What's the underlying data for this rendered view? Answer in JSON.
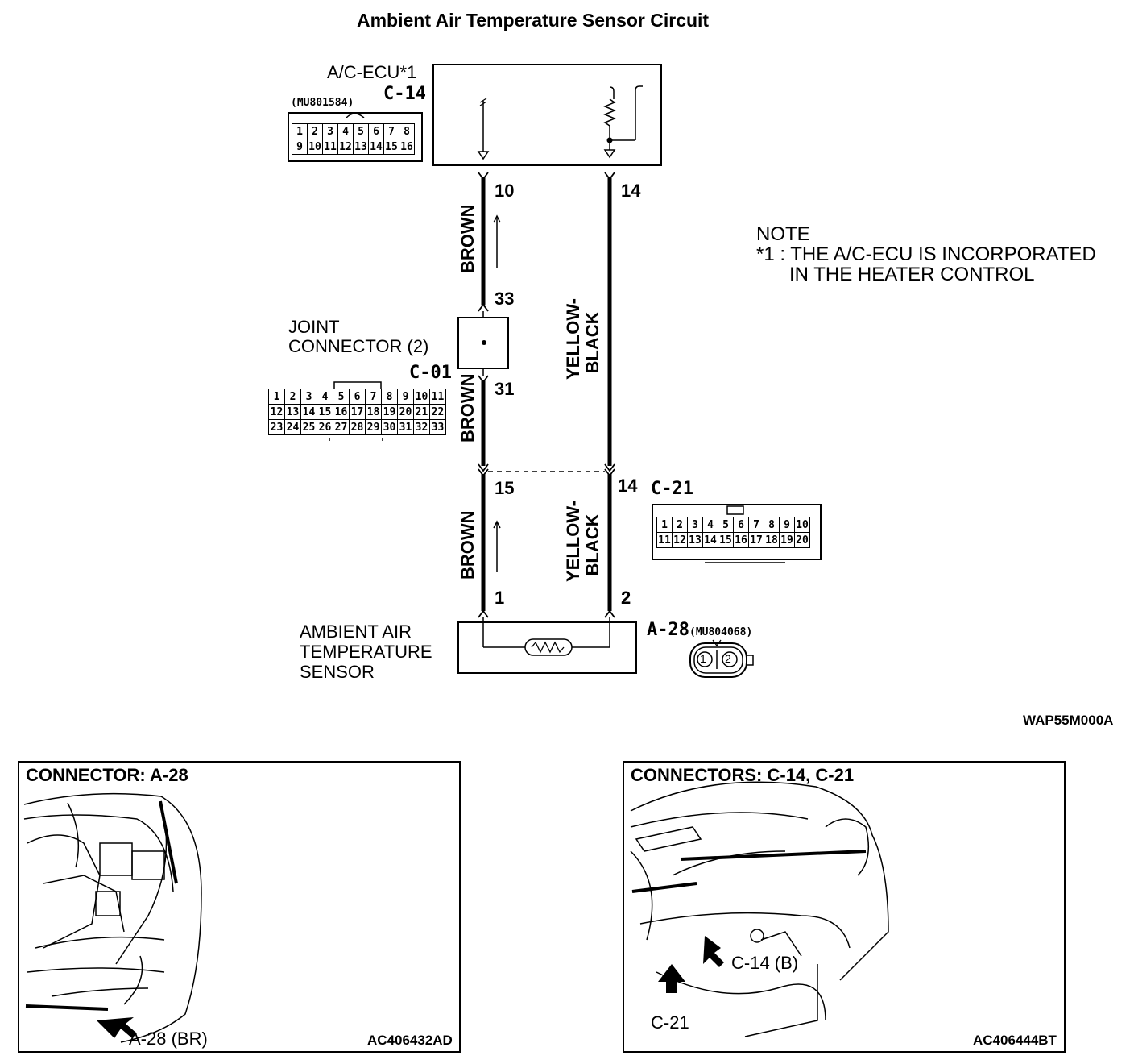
{
  "title": "Ambient Air Temperature Sensor Circuit",
  "acecu": {
    "label": "A/C-ECU*1",
    "connector": "C-14",
    "part_no": "(MU801584)",
    "pins_row1": [
      "1",
      "2",
      "3",
      "4",
      "5",
      "6",
      "7",
      "8"
    ],
    "pins_row2": [
      "9",
      "10",
      "11",
      "12",
      "13",
      "14",
      "15",
      "16"
    ]
  },
  "joint": {
    "label_line1": "JOINT",
    "label_line2": "CONNECTOR (2)",
    "connector": "C-01",
    "pins_row1": [
      "1",
      "2",
      "3",
      "4",
      "5",
      "6",
      "7",
      "8",
      "9",
      "10",
      "11"
    ],
    "pins_row2": [
      "12",
      "13",
      "14",
      "15",
      "16",
      "17",
      "18",
      "19",
      "20",
      "21",
      "22"
    ],
    "pins_row3": [
      "23",
      "24",
      "25",
      "26",
      "27",
      "28",
      "29",
      "30",
      "31",
      "32",
      "33"
    ]
  },
  "c21": {
    "connector": "C-21",
    "pins_row1": [
      "1",
      "2",
      "3",
      "4",
      "5",
      "6",
      "7",
      "8",
      "9",
      "10"
    ],
    "pins_row2": [
      "11",
      "12",
      "13",
      "14",
      "15",
      "16",
      "17",
      "18",
      "19",
      "20"
    ]
  },
  "sensor": {
    "label_line1": "AMBIENT AIR",
    "label_line2": "TEMPERATURE",
    "label_line3": "SENSOR",
    "connector": "A-28",
    "part_no": "(MU804068)",
    "pin1": "1",
    "pin2": "2"
  },
  "wires": {
    "brown": "BROWN",
    "yellow_black_1": "YELLOW-",
    "yellow_black_2": "BLACK"
  },
  "pin_numbers": {
    "p10": "10",
    "p14_top": "14",
    "p33": "33",
    "p31": "31",
    "p15": "15",
    "p14_c21": "14",
    "p1": "1",
    "p2": "2"
  },
  "note": {
    "heading": "NOTE",
    "line1": "*1 : THE A/C-ECU IS INCORPORATED",
    "line2": "IN THE HEATER CONTROL"
  },
  "diagram_ref": "WAP55M000A",
  "panel_left": {
    "title": "CONNECTOR: A-28",
    "callout": "A-28 (BR)",
    "ref": "AC406432AD"
  },
  "panel_right": {
    "title": "CONNECTORS: C-14, C-21",
    "callout_c14": "C-14 (B)",
    "callout_c21": "C-21",
    "ref": "AC406444BT"
  }
}
